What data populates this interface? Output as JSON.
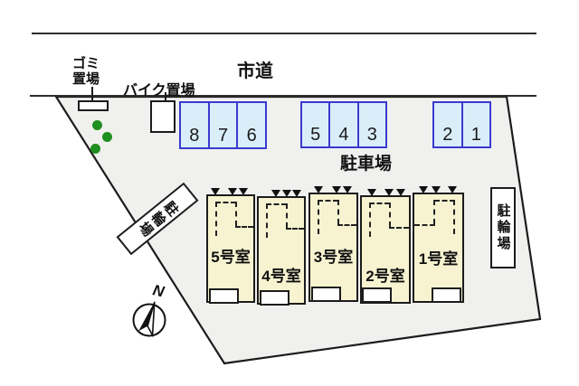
{
  "road": {
    "label": "市道"
  },
  "facilities": {
    "garbage_line1": "ゴミ",
    "garbage_line2": "置場",
    "bike_label": "バイク置場",
    "parking_label": "駐車場",
    "bicycle_left": "駐輪場",
    "bicycle_right": "駐輪場"
  },
  "compass": {
    "label": "N"
  },
  "parking": {
    "groups": [
      [
        "8",
        "7",
        "6"
      ],
      [
        "5",
        "4",
        "3"
      ],
      [
        "2",
        "1"
      ]
    ]
  },
  "units": [
    {
      "label": "5号室"
    },
    {
      "label": "4号室"
    },
    {
      "label": "3号室"
    },
    {
      "label": "2号室"
    },
    {
      "label": "1号室"
    }
  ],
  "colors": {
    "site_fill": "#f0f0ef",
    "outline": "#1c1c1c",
    "parking_fill": "#d9eef9",
    "parking_border": "#3a3ace",
    "unit_fill": "#f7f3d0",
    "shrub_green": "#1f8f1f"
  }
}
